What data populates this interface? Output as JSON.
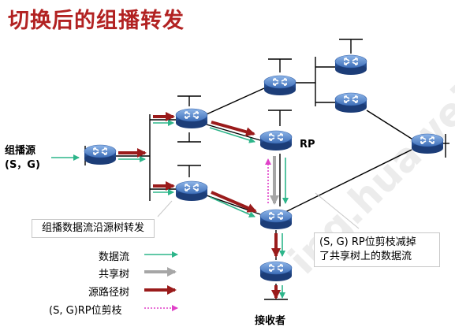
{
  "title": "切换后的组播转发",
  "source_label_line1": "组播源",
  "source_label_line2": "(S，G)",
  "rp_label": "RP",
  "receiver_label": "接收者",
  "callout_left": "组播数据流沿源树转发",
  "callout_right_line1": "(S, G) RP位剪枝减掉",
  "callout_right_line2": "了共享树上的数据流",
  "legend": {
    "data_flow": "数据流",
    "shared_tree": "共享树",
    "source_tree": "源路径树",
    "rp_prune": "(S, G)RP位剪枝"
  },
  "watermark": "ing.huawei",
  "colors": {
    "title": "#b22222",
    "data_flow": "#2db58a",
    "shared_tree": "#a6a6a6",
    "source_tree": "#9a1b1b",
    "rp_prune": "#e040c8",
    "router_body": "#2f5da8"
  }
}
